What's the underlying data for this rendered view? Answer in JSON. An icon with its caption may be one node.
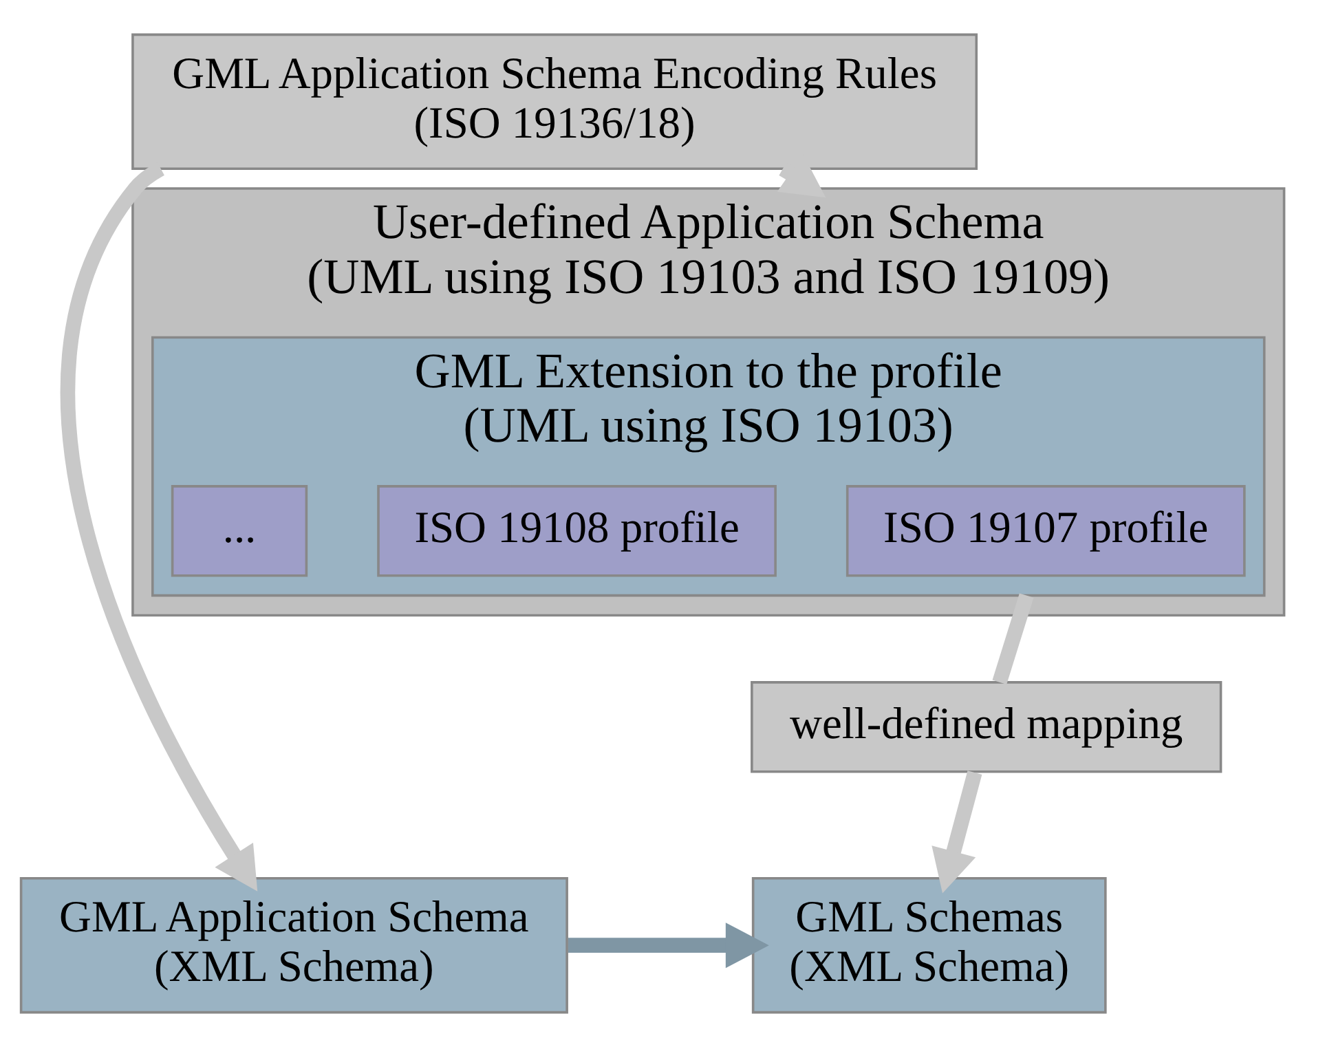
{
  "diagram": {
    "nodes": [
      {
        "text": [
          "User-defined Application Schema",
          "(UML using ISO 19103 and ISO 19109)"
        ]
      },
      {
        "text": [
          "GML Extension to the profile",
          "(UML using ISO 19103)"
        ],
        "in": 0
      },
      {
        "text": [
          "ISO 19107 profile"
        ],
        "in": 1
      },
      {
        "text": [
          "ISO 19108 profile"
        ],
        "in": 1
      },
      {
        "text": [
          "..."
        ],
        "in": 1
      },
      {
        "text": [
          "well-defined mapping"
        ]
      },
      {
        "text": [
          "GML Application Schema Encoding Rules",
          "(ISO 19136/18)"
        ]
      },
      {
        "text": [
          "GML Schemas",
          "(XML Schema)"
        ]
      },
      {
        "text": [
          "GML Application Schema",
          "(XML Schema)"
        ]
      }
    ],
    "edges": [
      {
        "from": 1,
        "to": 5,
        "arrow": "none"
      },
      {
        "from": 5,
        "to": 7,
        "arrow": "to"
      },
      {
        "from": 6,
        "to": 0,
        "arrow": "to"
      },
      {
        "from": 6,
        "to": 8,
        "arrow": "to"
      },
      {
        "from": 8,
        "to": 7,
        "arrow": "to",
        "color": "#7f96a4"
      }
    ]
  }
}
